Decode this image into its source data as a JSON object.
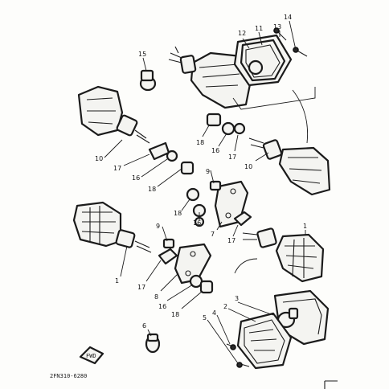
{
  "figure": {
    "part_code": "2FN310-6280",
    "front_marker": "FWD",
    "callouts": {
      "c1a": "1",
      "c1b": "1",
      "c2": "2",
      "c3": "3",
      "c4": "4",
      "c5": "5",
      "c6": "6",
      "c7": "7",
      "c8": "8",
      "c9a": "9",
      "c9b": "9",
      "c10a": "10",
      "c10b": "10",
      "c11": "11",
      "c12": "12",
      "c13": "13",
      "c14": "14",
      "c15": "15",
      "c16a": "16",
      "c16b": "16",
      "c16c": "16",
      "c16d": "16",
      "c17a": "17",
      "c17b": "17",
      "c17c": "17",
      "c17d": "17",
      "c18a": "18",
      "c18b": "18",
      "c18c": "18",
      "c18d": "18"
    }
  },
  "colors": {
    "ink": "#1b1b1b",
    "paper": "#fdfdfb"
  }
}
